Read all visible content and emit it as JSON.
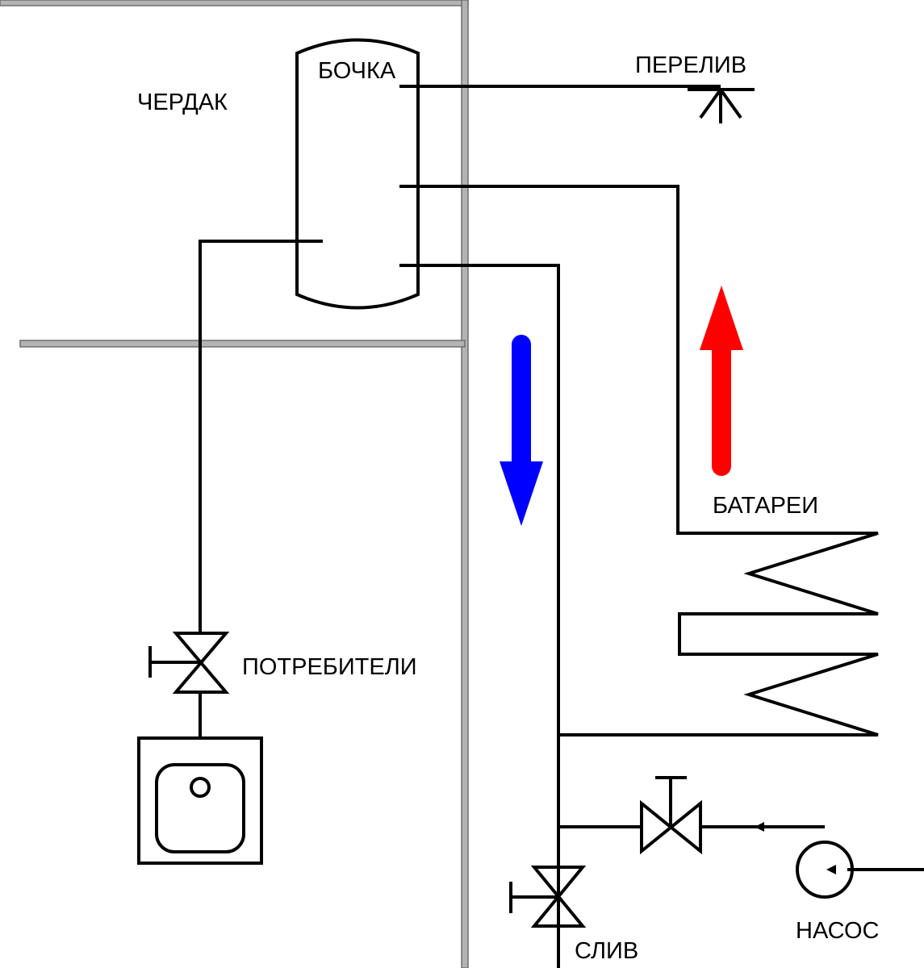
{
  "diagram": {
    "type": "heating-system-schematic",
    "labels": {
      "attic": "ЧЕРДАК",
      "tank": "БОЧКА",
      "overflow": "ПЕРЕЛИВ",
      "radiators": "БАТАРЕИ",
      "consumers": "ПОТРЕБИТЕЛИ",
      "drain": "СЛИВ",
      "pump": "НАСОС"
    },
    "colors": {
      "pipe": "#000000",
      "wall": "#b3b3b3",
      "wall_edge": "#6e6e6e",
      "return_flow_arrow": "#0000ff",
      "supply_flow_arrow": "#ff0000"
    },
    "flows": [
      {
        "name": "return-flow",
        "direction": "down",
        "color": "blue"
      },
      {
        "name": "supply-flow",
        "direction": "up",
        "color": "red"
      }
    ],
    "components": [
      "tank",
      "overflow-vent",
      "radiator-loop",
      "consumer-valve",
      "sink",
      "pump-valve",
      "drain-valve",
      "pump"
    ]
  }
}
